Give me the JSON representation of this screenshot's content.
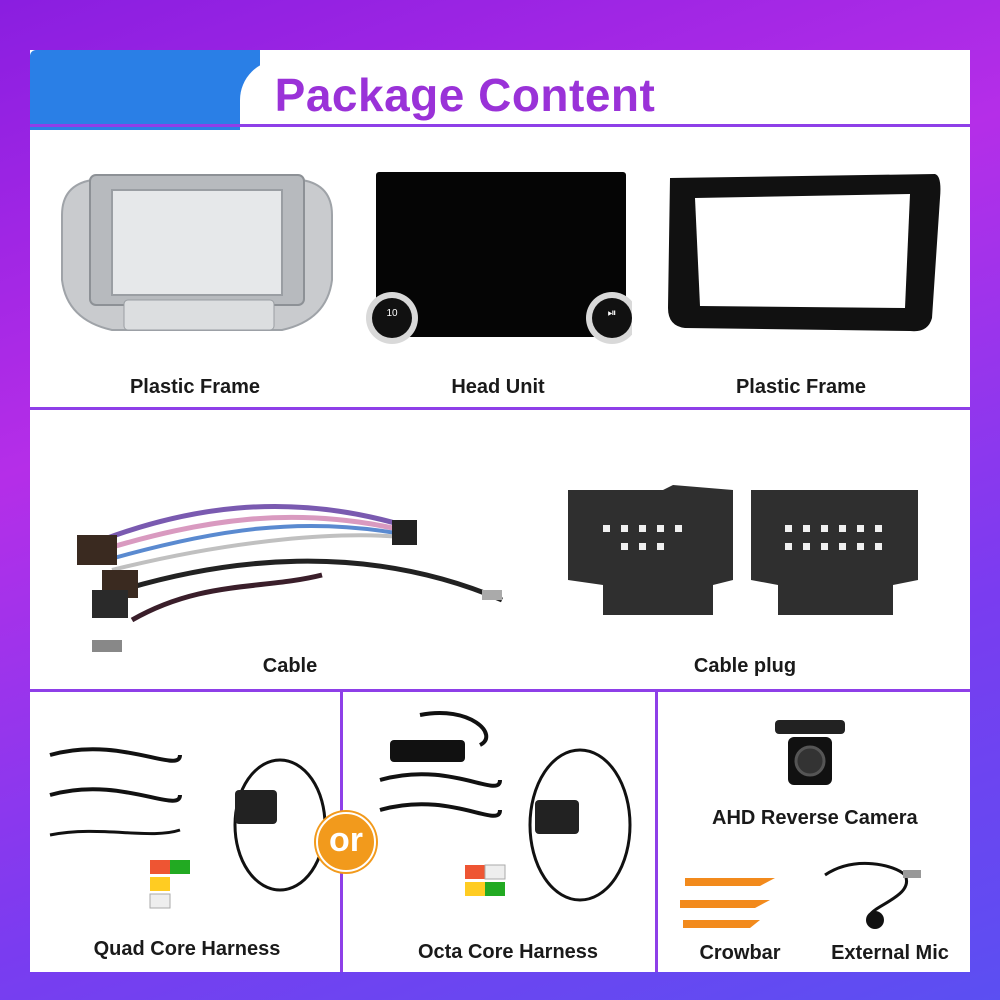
{
  "title": "Package Content",
  "colors": {
    "title": "#9a32d8",
    "tab_blue": "#2a7fe6",
    "divider": "#8e3fe8",
    "or_badge": "#f29a1c"
  },
  "row1": [
    {
      "label": "Plastic Frame",
      "icon": "silver-frame-image"
    },
    {
      "label": "Head Unit",
      "icon": "head-unit-image",
      "knob_left": "10",
      "knob_right": "⏯"
    },
    {
      "label": "Plastic Frame",
      "icon": "black-frame-image"
    }
  ],
  "row2": [
    {
      "label": "Cable",
      "icon": "cable-harness-image"
    },
    {
      "label": "Cable plug",
      "icon": "cable-plug-image"
    }
  ],
  "row3": {
    "quad": {
      "label": "Quad Core Harness"
    },
    "or_text": "or",
    "octa": {
      "label": "Octa Core Harness"
    },
    "camera": {
      "label": "AHD Reverse Camera"
    },
    "crowbar": {
      "label": "Crowbar"
    },
    "mic": {
      "label": "External Mic"
    }
  }
}
